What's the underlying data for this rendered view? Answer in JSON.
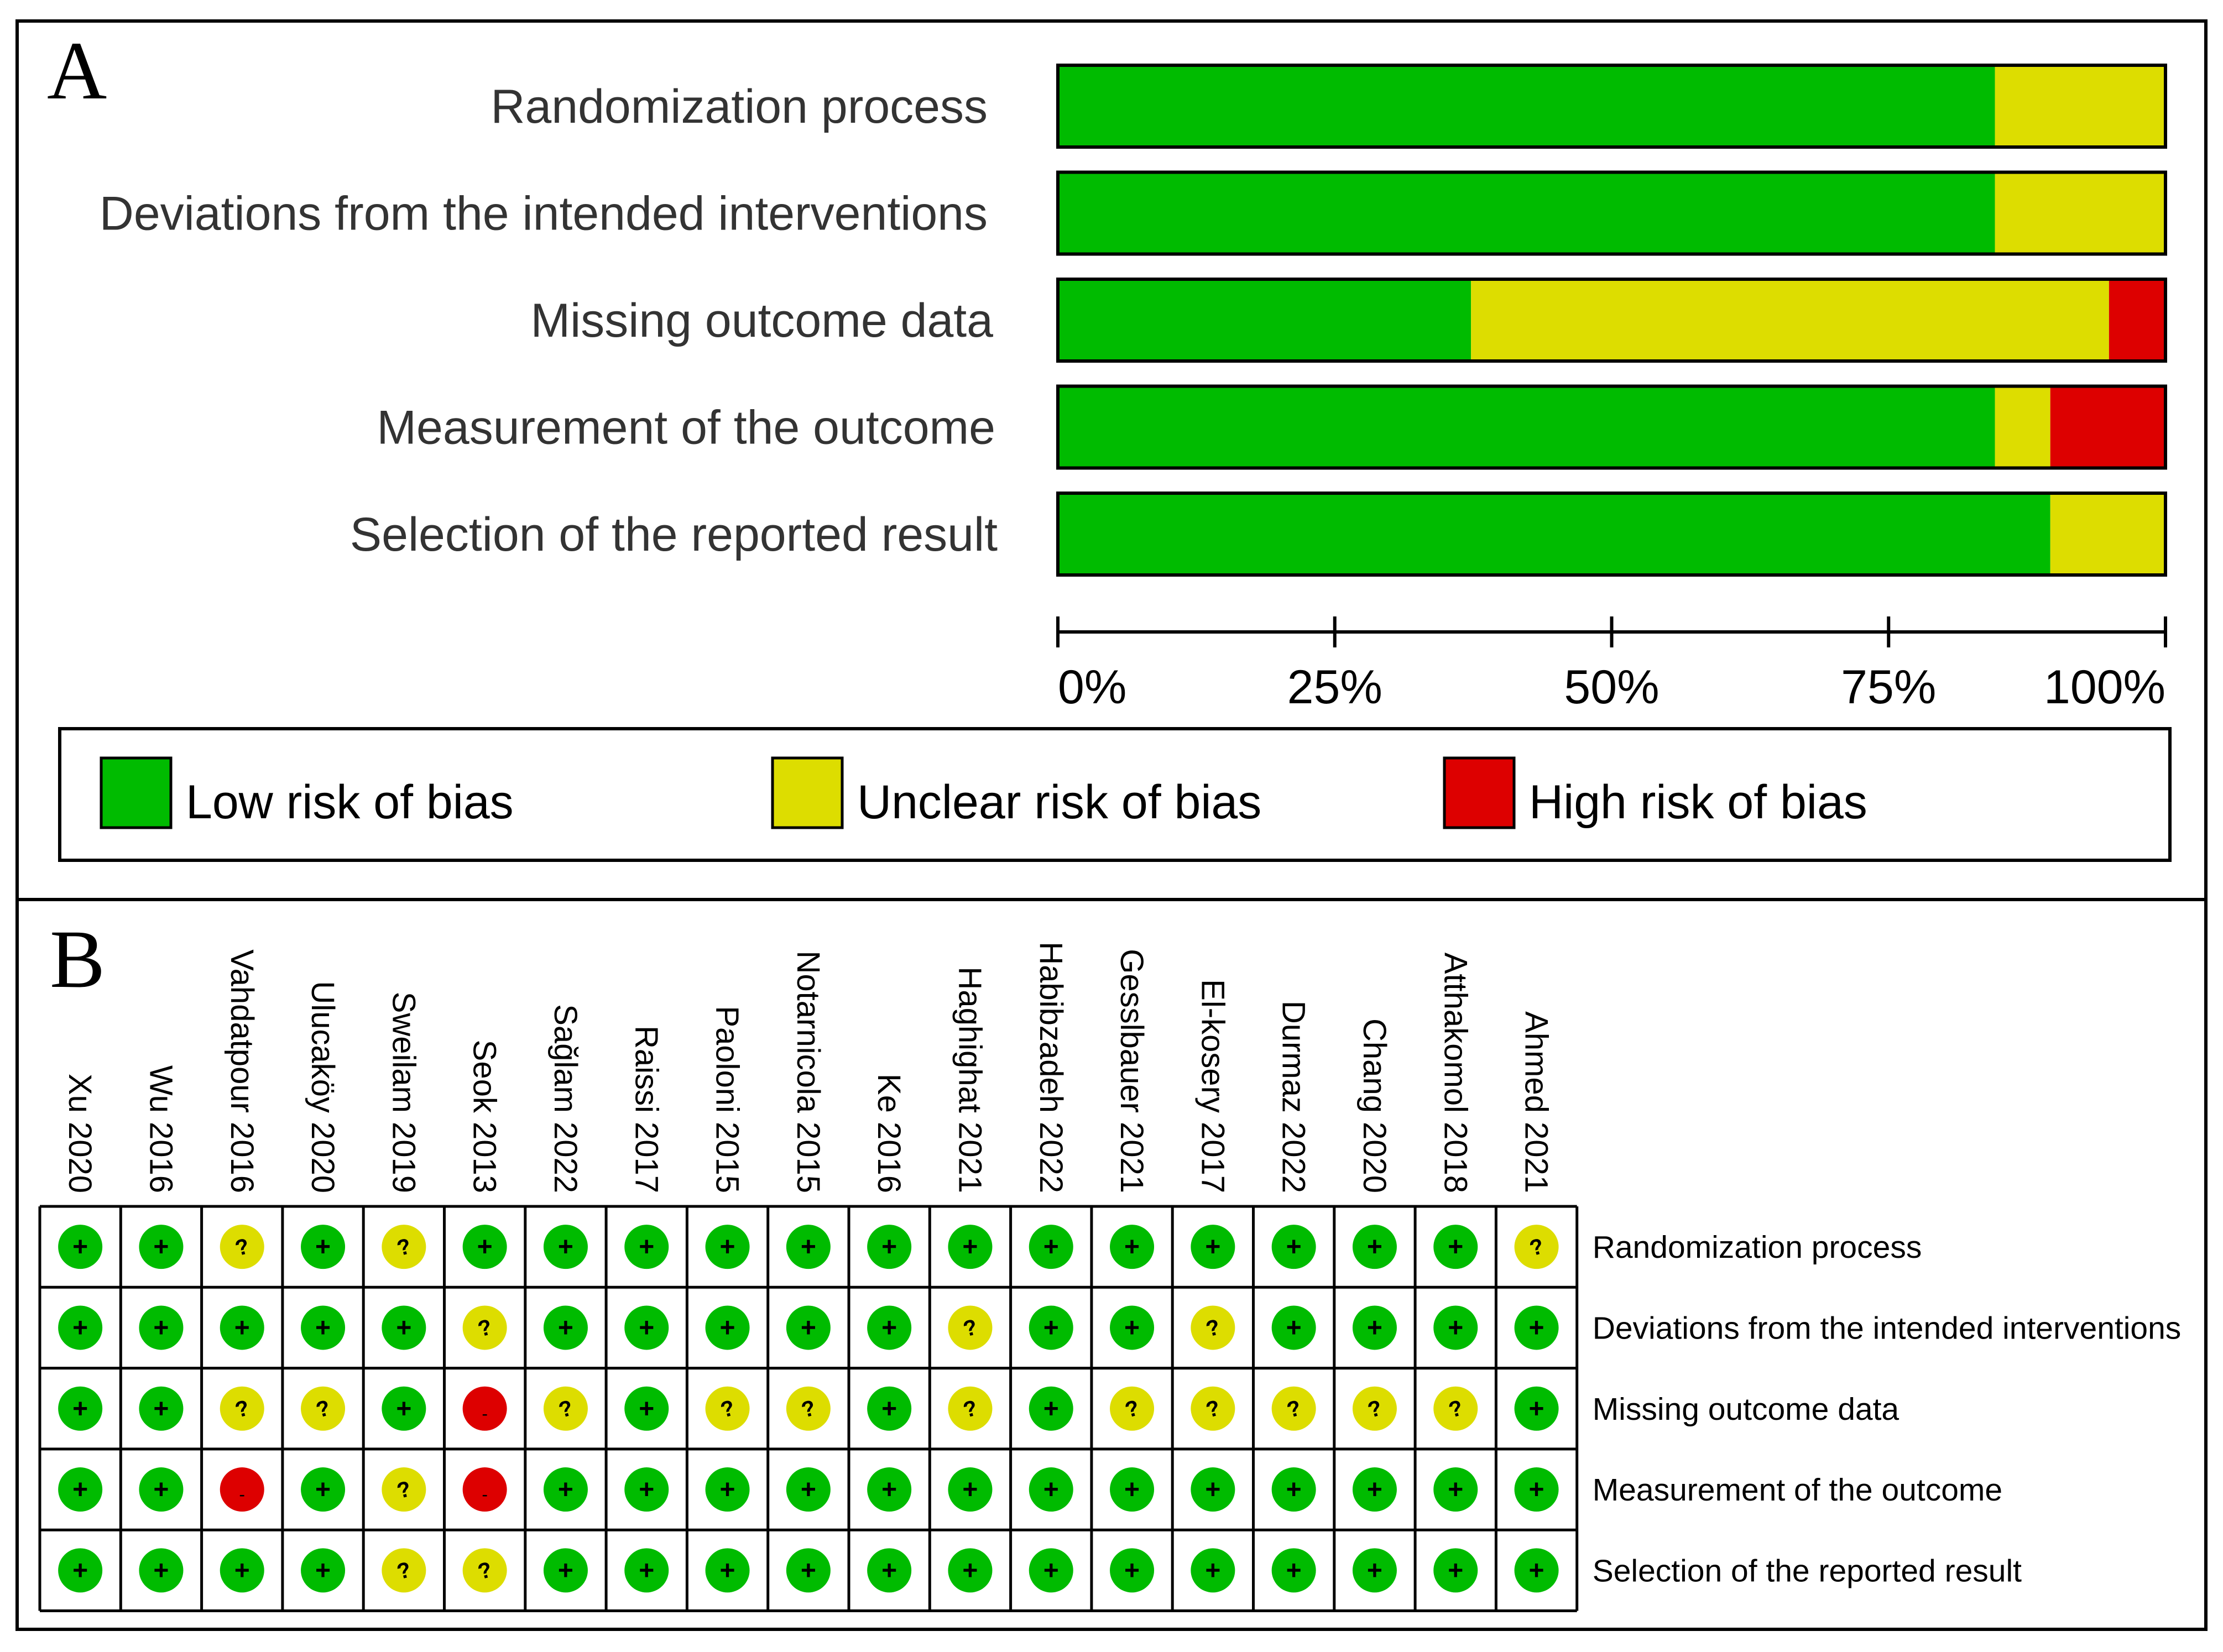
{
  "colors": {
    "low": "#00bb00",
    "unclear": "#dddd00",
    "high": "#dd0000",
    "border": "#000000",
    "text": "#333333"
  },
  "panel_a_label": "A",
  "panel_b_label": "B",
  "chart_data": [
    {
      "type": "bar",
      "orientation": "horizontal",
      "stacked": true,
      "percent": true,
      "categories": [
        "Randomization process",
        "Deviations from the intended interventions",
        "Missing outcome data",
        "Measurement of the outcome",
        "Selection of the reported result"
      ],
      "series": [
        {
          "name": "Low risk of bias",
          "color": "#00bb00",
          "values": [
            84.6,
            84.6,
            37.3,
            84.6,
            89.6
          ]
        },
        {
          "name": "Unclear risk of bias",
          "color": "#dddd00",
          "values": [
            15.4,
            15.4,
            57.6,
            5.0,
            10.4
          ]
        },
        {
          "name": "High risk of bias",
          "color": "#dd0000",
          "values": [
            0,
            0,
            5.1,
            10.4,
            0
          ]
        }
      ],
      "xlim": [
        0,
        100
      ],
      "x_ticks": [
        "0%",
        "25%",
        "50%",
        "75%",
        "100%"
      ],
      "legend": [
        "Low risk of bias",
        "Unclear risk of bias",
        "High risk of bias"
      ],
      "legend_position": "bottom"
    },
    {
      "type": "table",
      "studies": [
        "Xu 2020",
        "Wu 2016",
        "Vahdatpour 2016",
        "Ulucaköy 2020",
        "Sweilam 2019",
        "Seok 2013",
        "Sağlam 2022",
        "Raissi 2017",
        "Paoloni 2015",
        "Notarnicola 2015",
        "Ke 2016",
        "Haghighat 2021",
        "Habibzadeh 2022",
        "Gesslbauer 2021",
        "El-kosery 2017",
        "Durmaz 2022",
        "Chang 2020",
        "Atthakomol 2018",
        "Ahmed 2021"
      ],
      "domains": [
        "Randomization process",
        "Deviations from the intended interventions",
        "Missing outcome data",
        "Measurement of the outcome",
        "Selection of the reported result"
      ],
      "judgements": [
        [
          "+",
          "+",
          "?",
          "+",
          "?",
          "+",
          "+",
          "+",
          "+",
          "+",
          "+",
          "+",
          "+",
          "+",
          "+",
          "+",
          "+",
          "+",
          "?"
        ],
        [
          "+",
          "+",
          "+",
          "+",
          "+",
          "?",
          "+",
          "+",
          "+",
          "+",
          "+",
          "?",
          "+",
          "+",
          "?",
          "+",
          "+",
          "+",
          "+"
        ],
        [
          "+",
          "+",
          "?",
          "?",
          "+",
          "-",
          "?",
          "+",
          "?",
          "?",
          "+",
          "?",
          "+",
          "?",
          "?",
          "?",
          "?",
          "?",
          "+"
        ],
        [
          "+",
          "+",
          "-",
          "+",
          "?",
          "-",
          "+",
          "+",
          "+",
          "+",
          "+",
          "+",
          "+",
          "+",
          "+",
          "+",
          "+",
          "+",
          "+"
        ],
        [
          "+",
          "+",
          "+",
          "+",
          "?",
          "?",
          "+",
          "+",
          "+",
          "+",
          "+",
          "+",
          "+",
          "+",
          "+",
          "+",
          "+",
          "+",
          "+"
        ]
      ]
    }
  ]
}
